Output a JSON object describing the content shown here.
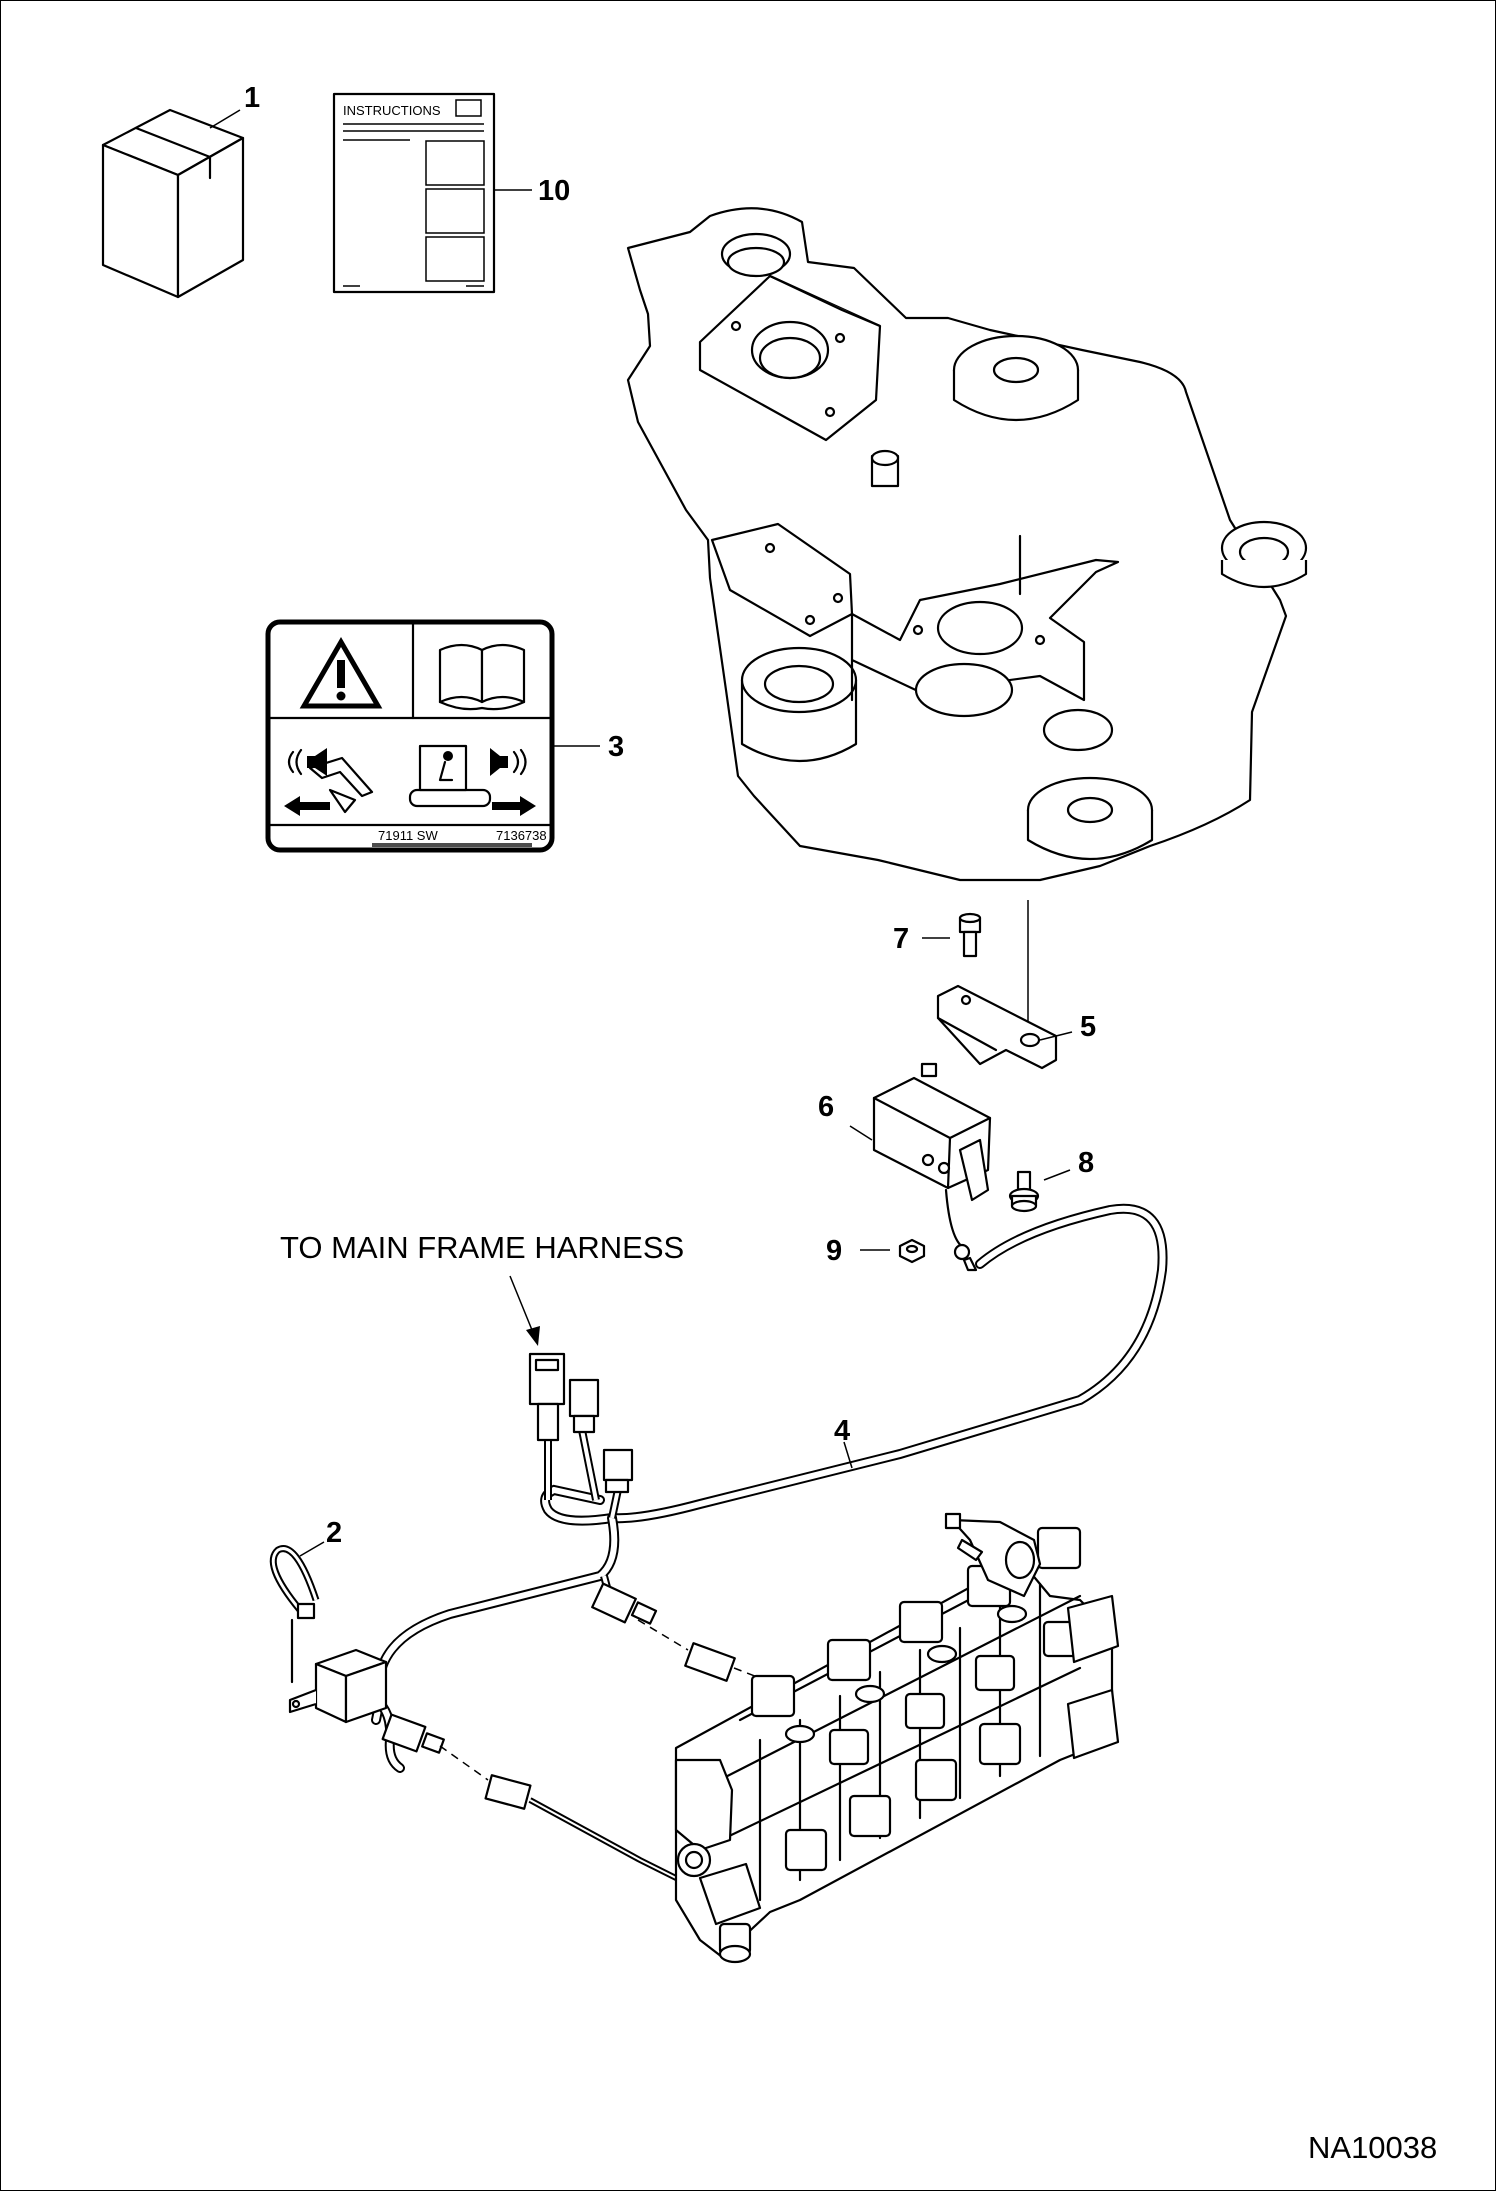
{
  "figure_id": "NA10038",
  "annotation": "TO MAIN FRAME HARNESS",
  "callouts": {
    "c1": "1",
    "c2": "2",
    "c3": "3",
    "c4": "4",
    "c5": "5",
    "c6": "6",
    "c7": "7",
    "c8": "8",
    "c9": "9",
    "c10": "10"
  },
  "instructions_sheet": {
    "title": "INSTRUCTIONS"
  },
  "decal": {
    "left_code": "71911 SW",
    "right_code": "7136738"
  },
  "colors": {
    "line": "#000000",
    "background": "#ffffff"
  }
}
